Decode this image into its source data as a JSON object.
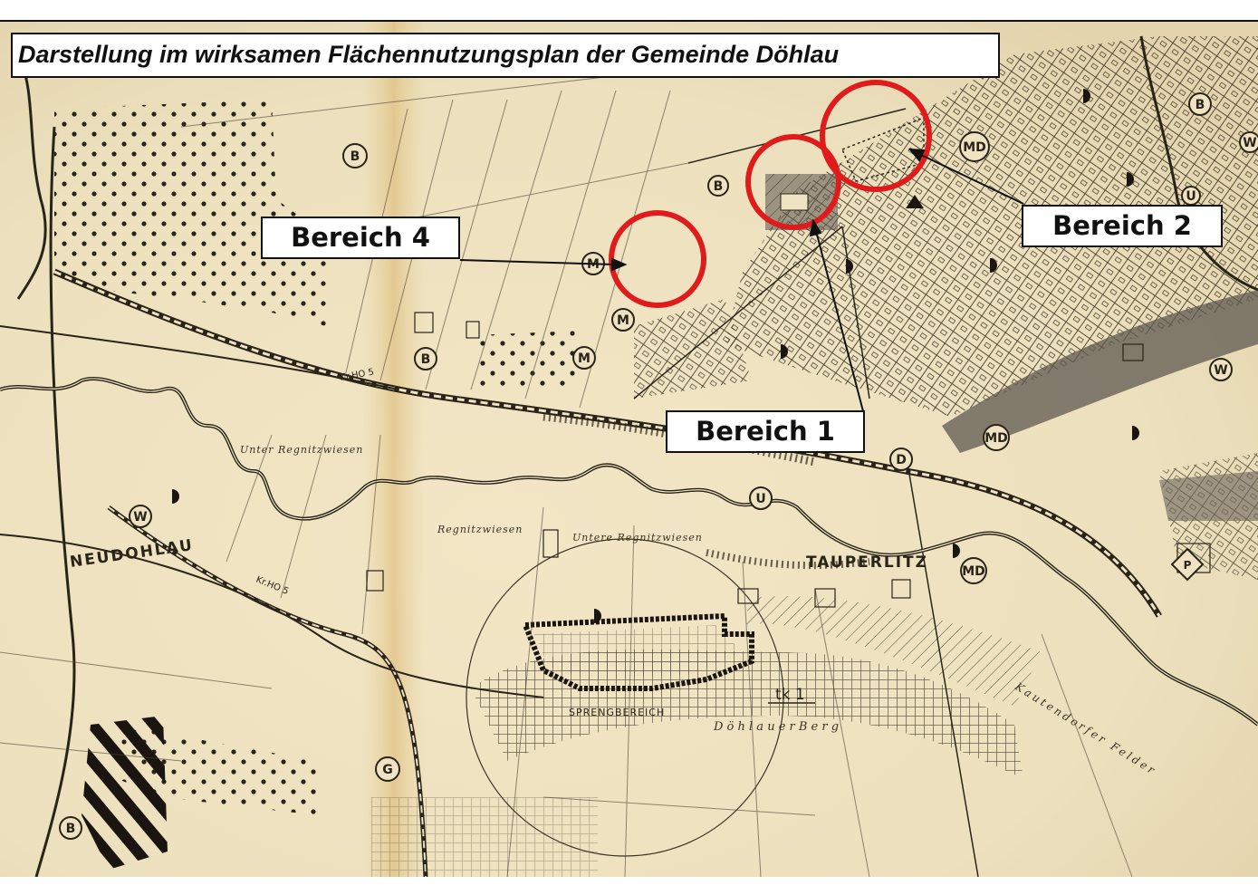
{
  "title": "Darstellung im wirksamen Flächennutzungsplan der Gemeinde Döhlau",
  "callouts": [
    {
      "id": "bereich-4",
      "label": "Bereich 4"
    },
    {
      "id": "bereich-1",
      "label": "Bereich 1"
    },
    {
      "id": "bereich-2",
      "label": "Bereich 2"
    }
  ],
  "map_labels": {
    "neudohlau": "NEUDOHLAU",
    "tauperlitz": "TAUPERLITZ",
    "sprengbereich": "SPRENGBEREICH",
    "tk1": "tk 1",
    "doehlauer_berg": "D ö h l a u e r   B e r g",
    "regnitzwiesen": "Regnitzwiesen",
    "untere_regnitzwiesen": "Untere Regnitzwiesen",
    "untere_regnitzwiesen_2": "Unter Regnitzwiesen",
    "kautendorfer": "Kautendorfer Felder",
    "kr_ho5_a": "Kr.HO 5",
    "kr_ho5_b": "Kr.HO 5"
  },
  "symbols": {
    "b": "B",
    "m": "M",
    "md": "MD",
    "w": "W",
    "u": "U",
    "g": "G",
    "d": "D",
    "p": "P"
  },
  "colors": {
    "paper": "#efe3c4",
    "ink": "#2a2418",
    "highlight_circle": "#e01b1b",
    "shade": "#6e6860"
  }
}
